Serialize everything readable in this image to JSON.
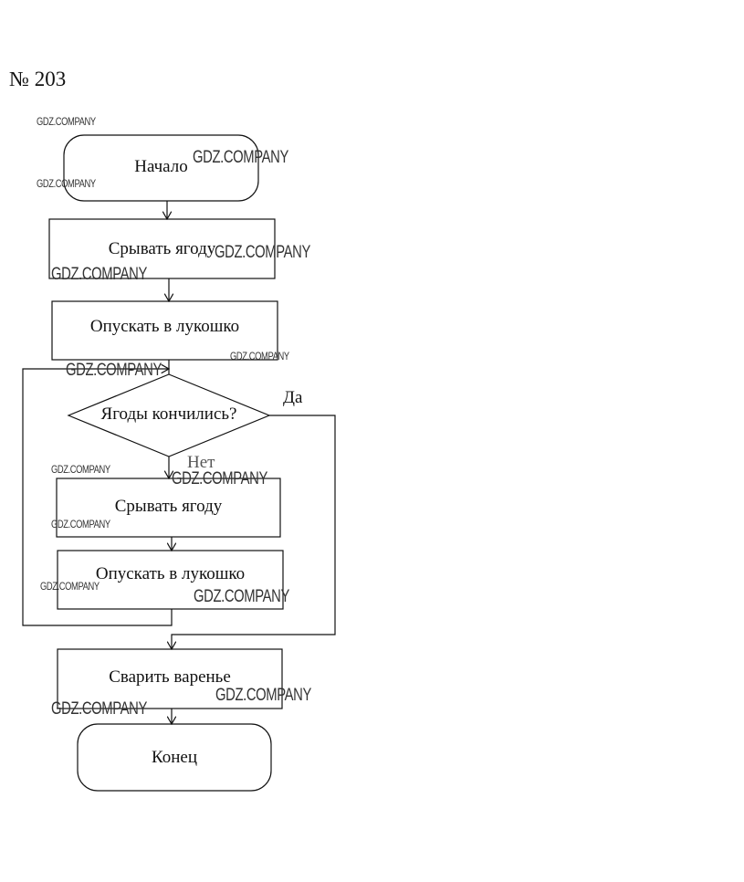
{
  "title": "№ 203",
  "flowchart": {
    "start": "Начало",
    "step1": "Срывать ягоду",
    "step2": "Опускать в лукошко",
    "decision": "Ягоды кончились?",
    "yes_label": "Да",
    "no_label": "Нет",
    "loop_step1": "Срывать ягоду",
    "loop_step2": "Опускать в лукошко",
    "final_step": "Сварить варенье",
    "end": "Конец"
  },
  "watermark": "GDZ.COMPANY"
}
